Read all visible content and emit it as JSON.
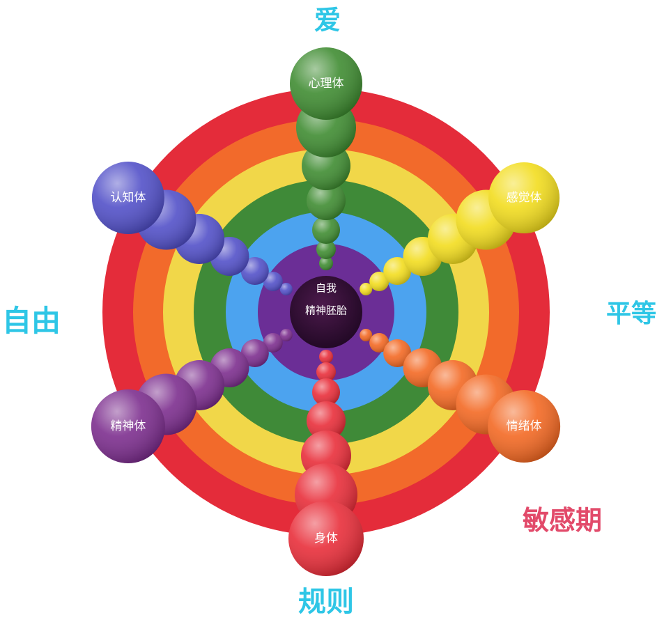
{
  "outer_labels": {
    "top": "爱",
    "left": "自由",
    "right": "平等",
    "bottom": "规则",
    "bottom_right": "敏感期"
  },
  "center": {
    "line1": "自我",
    "line2": "精神胚胎"
  },
  "arms": [
    {
      "key": "psych",
      "label": "心理体",
      "color": "#3c8a2e"
    },
    {
      "key": "sense",
      "label": "感觉体",
      "color": "#f2dc1a"
    },
    {
      "key": "emotion",
      "label": "情绪体",
      "color": "#f3661f"
    },
    {
      "key": "body",
      "label": "身体",
      "color": "#e82a36"
    },
    {
      "key": "spirit",
      "label": "精神体",
      "color": "#7a2a8c"
    },
    {
      "key": "cognition",
      "label": "认知体",
      "color": "#4f4dc7"
    }
  ],
  "rings": [
    {
      "name": "red",
      "color": "#e42c3a"
    },
    {
      "name": "orange",
      "color": "#f26a2b"
    },
    {
      "name": "yellow",
      "color": "#f1d749"
    },
    {
      "name": "green",
      "color": "#3f8a38"
    },
    {
      "name": "blue",
      "color": "#4ca3ef"
    },
    {
      "name": "purple",
      "color": "#6b2e96"
    }
  ],
  "colors": {
    "outer_text_cyan": "#2ec6e6",
    "outer_text_red": "#e24a6a",
    "center_fill": "#2f0a2f"
  }
}
